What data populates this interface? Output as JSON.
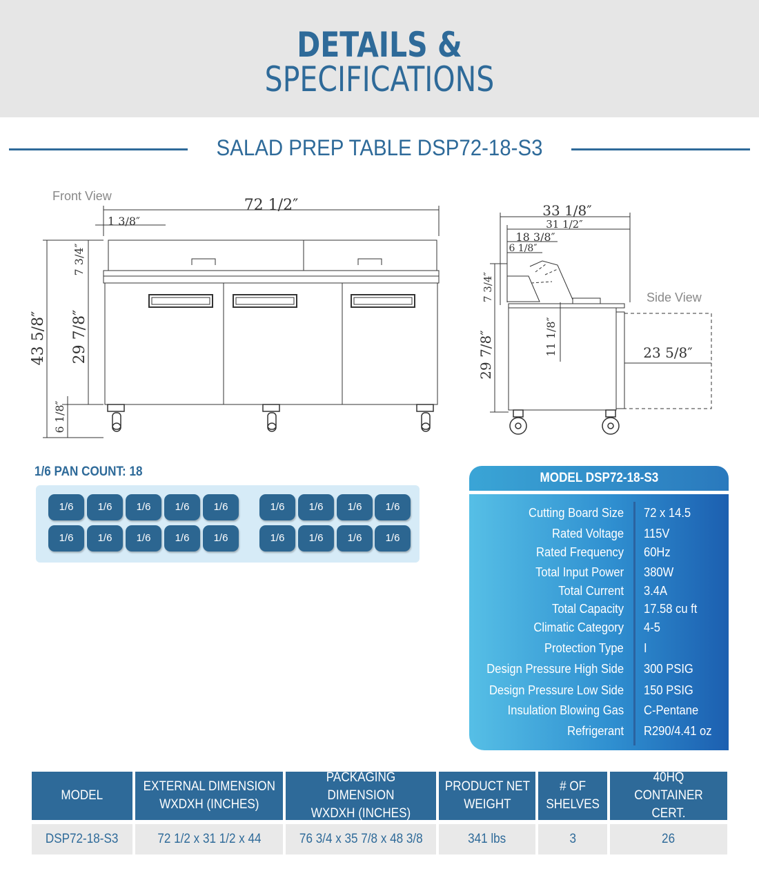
{
  "header": {
    "title_line1": "DETAILS &",
    "title_line2": "SPECIFICATIONS"
  },
  "subtitle": "SALAD PREP TABLE DSP72-18-S3",
  "drawing": {
    "front_view_label": "Front View",
    "side_view_label": "Side View",
    "dims_front": {
      "width": "72 1/2″",
      "overhang": "1 3/8″",
      "lid_height": "7 3/4″",
      "total_height": "43 5/8″",
      "body_height": "29 7/8″",
      "caster_height": "6 1/8″"
    },
    "dims_side": {
      "depth_total": "33 1/8″",
      "depth_top": "31 1/2″",
      "depth_rail": "18 3/8″",
      "depth_small": "6 1/8″",
      "lid_height": "7 3/4″",
      "board_height": "11 1/8″",
      "body_height": "29 7/8″",
      "door_swing": "23 5/8″"
    }
  },
  "pan": {
    "title": "1/6 PAN COUNT: 18",
    "cell_label": "1/6",
    "rows": [
      [
        "1/6",
        "1/6",
        "1/6",
        "1/6",
        "1/6",
        "1/6",
        "1/6",
        "1/6",
        "1/6"
      ],
      [
        "1/6",
        "1/6",
        "1/6",
        "1/6",
        "1/6",
        "1/6",
        "1/6",
        "1/6",
        "1/6"
      ]
    ]
  },
  "specs": {
    "model_label": "MODEL DSP72-18-S3",
    "rows": [
      {
        "label": "Cutting Board Size",
        "value": "72 x 14.5"
      },
      {
        "label": "Rated  Voltage",
        "value": "115V"
      },
      {
        "label": "Rated  Frequency",
        "value": "60Hz"
      },
      {
        "label": "Total Input Power",
        "value": "380W"
      },
      {
        "label": "Total Current",
        "value": "3.4A"
      },
      {
        "label": "Total Capacity",
        "value": "17.58 cu ft"
      },
      {
        "label": "Climatic Category",
        "value": "4-5"
      },
      {
        "label": "Protection Type",
        "value": "I"
      },
      {
        "label": "Design Pressure High Side",
        "value": "300 PSIG"
      },
      {
        "label": "Design Pressure Low Side",
        "value": "150 PSIG"
      },
      {
        "label": "Insulation Blowing Gas",
        "value": "C-Pentane"
      },
      {
        "label": "Refrigerant",
        "value": "R290/4.41 oz"
      }
    ]
  },
  "table": {
    "headers": [
      {
        "line1": "MODEL",
        "line2": ""
      },
      {
        "line1": "EXTERNAL DIMENSION",
        "line2": "WXDXH (INCHES)"
      },
      {
        "line1": "PACKAGING DIMENSION",
        "line2": "WXDXH (INCHES)"
      },
      {
        "line1": "PRODUCT NET",
        "line2": "WEIGHT"
      },
      {
        "line1": "# OF",
        "line2": "SHELVES"
      },
      {
        "line1": "40HQ",
        "line2": "CONTAINER CERT."
      }
    ],
    "row": [
      "DSP72-18-S3",
      "72 1/2 x 31 1/2 x 44",
      "76 3/4 x 35 7/8 x 48 3/8",
      "341 lbs",
      "3",
      "26"
    ]
  }
}
